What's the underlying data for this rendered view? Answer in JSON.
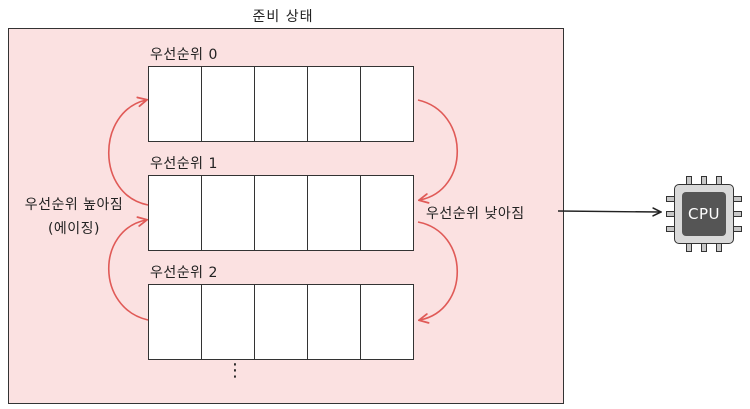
{
  "title": "준비 상태",
  "queues": [
    {
      "label": "우선순위 0",
      "slots": 5
    },
    {
      "label": "우선순위 1",
      "slots": 5
    },
    {
      "label": "우선순위 2",
      "slots": 5
    }
  ],
  "aging_label": {
    "line1": "우선순위 높아짐",
    "line2": "(에이징)"
  },
  "lower_label": "우선순위 낮아짐",
  "more_indicator": "⋮",
  "cpu_label": "CPU",
  "colors": {
    "ready_bg": "#fbe1e1",
    "arrow": "#e05a57",
    "cpu_core": "#555555",
    "cpu_body": "#d9d9d9"
  }
}
